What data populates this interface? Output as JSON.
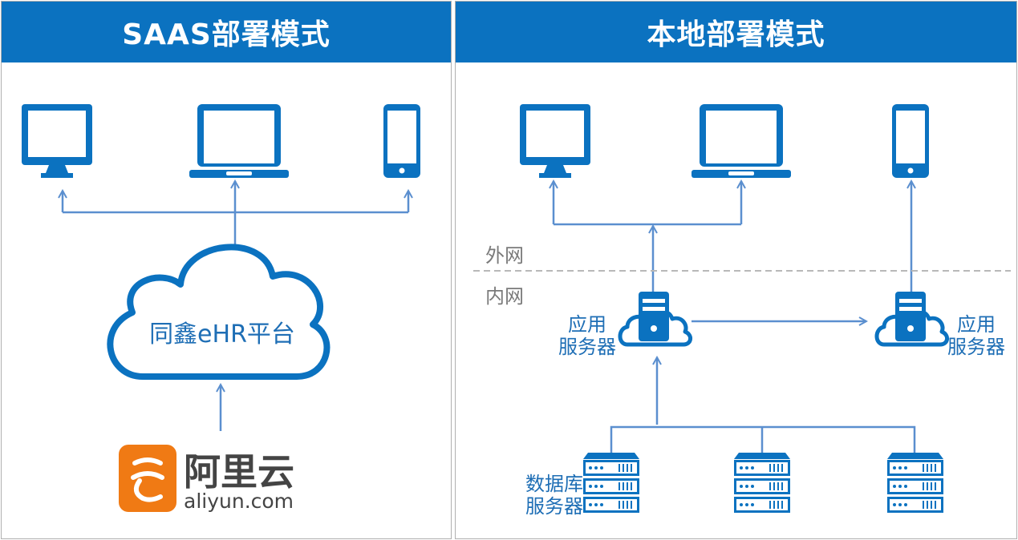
{
  "left_panel": {
    "title": "SAAS部署模式",
    "cloud_label": "同鑫eHR平台",
    "aliyun": {
      "chinese": "阿里云",
      "domain": "aliyun.com"
    }
  },
  "right_panel": {
    "title": "本地部署模式",
    "outer_network": "外网",
    "inner_network": "内网",
    "app_server_left": [
      "应用",
      "服务器"
    ],
    "app_server_right": [
      "应用",
      "服务器"
    ],
    "db_server": [
      "数据库",
      "服务器"
    ]
  },
  "colors": {
    "accent": "#0b72c0",
    "line": "#5b8fcf",
    "logo_orange": "#f07a14",
    "logo_gray": "#444444"
  }
}
